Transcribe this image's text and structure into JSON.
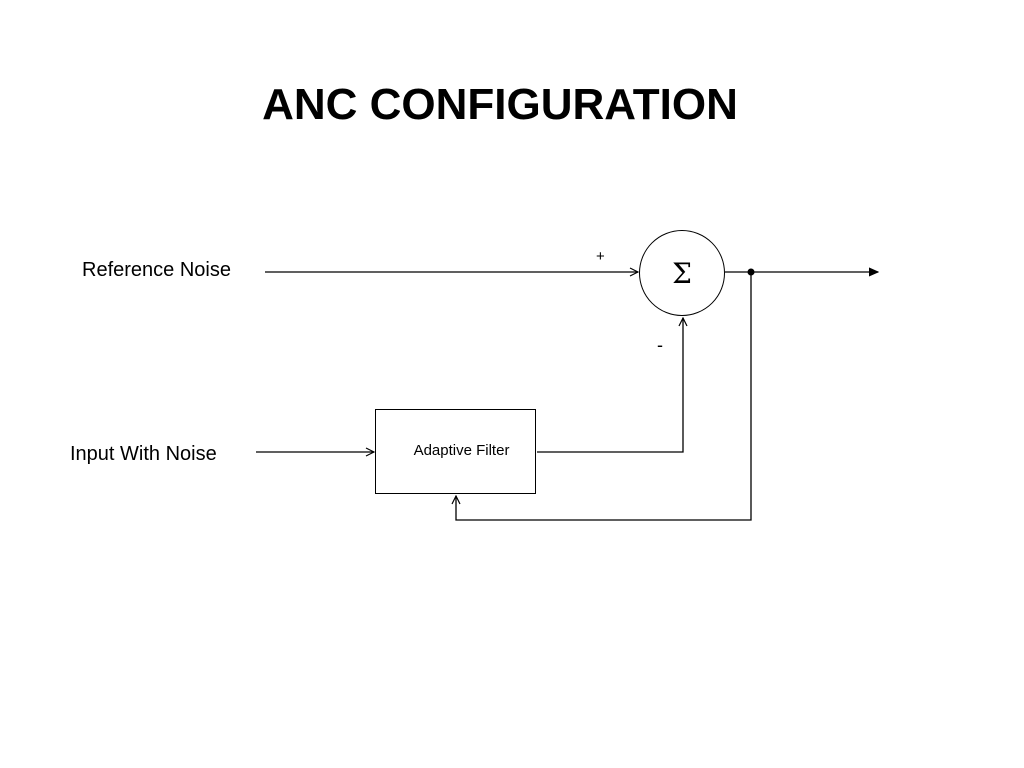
{
  "title": "ANC CONFIGURATION",
  "inputs": {
    "reference_noise": "Reference Noise",
    "input_with_noise": "Input With Noise"
  },
  "adaptive_filter": {
    "label": "Adaptive Filter"
  },
  "summing_junction": {
    "symbol": "Σ",
    "plus_sign": "+",
    "minus_sign": "-"
  }
}
